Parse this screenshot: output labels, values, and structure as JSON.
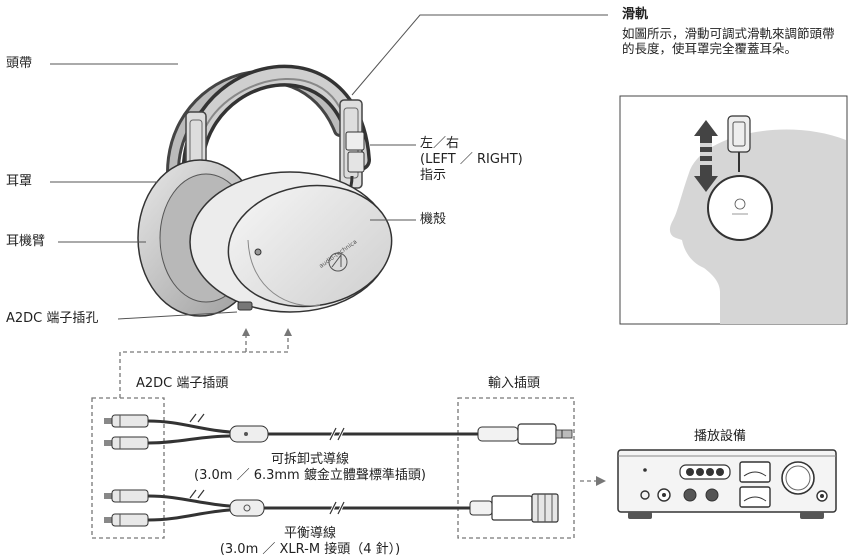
{
  "labels": {
    "headband": "頭帶",
    "earpad": "耳罩",
    "arm": "耳機臂",
    "jack": "A2DC 端子插孔",
    "indicator_1": "左／右",
    "indicator_2": "(LEFT ／ RIGHT)",
    "indicator_3": "指示",
    "housing": "機殼",
    "slider_title": "滑軌",
    "slider_desc": "如圖所示，滑動可調式滑軌來調節頭帶的長度，使耳罩完全覆蓋耳朵。",
    "plug_a2dc": "A2DC 端子插頭",
    "plug_input": "輸入插頭",
    "device": "播放設備",
    "cable1_1": "可拆卸式導線",
    "cable1_2": "(3.0m ／ 6.3mm 鍍金立體聲標準插頭)",
    "cable2_1": "平衡導線",
    "cable2_2": "(3.0m ／ XLR-M 接頭（4 針）)",
    "brand": "audio-technica"
  }
}
